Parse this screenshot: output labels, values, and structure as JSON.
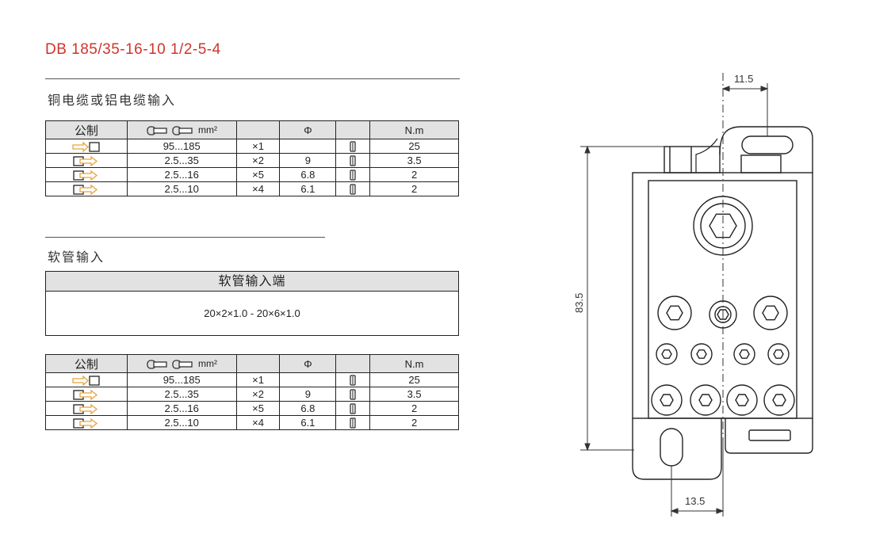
{
  "title": "DB 185/35-16-10  1/2-5-4",
  "section1": {
    "label": "铜电缆或铝电缆输入"
  },
  "section2": {
    "label": "软管输入"
  },
  "table_headers": {
    "metric": "公制",
    "unit": "mm²",
    "phi": "Φ",
    "torque": "N.m"
  },
  "table1": {
    "rows": [
      {
        "range": "95...185",
        "qty": "×1",
        "phi": "",
        "torque": "25"
      },
      {
        "range": "2.5...35",
        "qty": "×2",
        "phi": "9",
        "torque": "3.5"
      },
      {
        "range": "2.5...16",
        "qty": "×5",
        "phi": "6.8",
        "torque": "2"
      },
      {
        "range": "2.5...10",
        "qty": "×4",
        "phi": "6.1",
        "torque": "2"
      }
    ]
  },
  "hose": {
    "header": "软管输入端",
    "value": "20×2×1.0 - 20×6×1.0"
  },
  "table2": {
    "rows": [
      {
        "range": "95...185",
        "qty": "×1",
        "phi": "",
        "torque": "25"
      },
      {
        "range": "2.5...35",
        "qty": "×2",
        "phi": "9",
        "torque": "3.5"
      },
      {
        "range": "2.5...16",
        "qty": "×5",
        "phi": "6.8",
        "torque": "2"
      },
      {
        "range": "2.5...10",
        "qty": "×4",
        "phi": "6.1",
        "torque": "2"
      }
    ]
  },
  "drawing": {
    "dim_top": "11.5",
    "dim_height": "83.5",
    "dim_bottom": "13.5"
  },
  "icons": {
    "input_arrow": "arrow-into-box-icon",
    "output_arrow": "arrow-out-of-box-icon",
    "ferrule": "ferrule-icon",
    "tool": "hex-key-icon"
  },
  "colors": {
    "title": "#d0342c",
    "arrow": "#e8a33a",
    "header_bg": "#e2e2e2"
  }
}
